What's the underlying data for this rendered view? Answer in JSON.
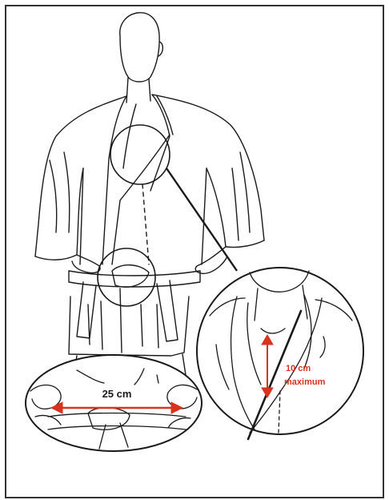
{
  "colors": {
    "ink": "#1a1a1a",
    "accent": "#d9321f",
    "background": "#ffffff",
    "frame": "#333333"
  },
  "annotations": {
    "belt_width": "25 cm",
    "collar_gap_value": "10 cm",
    "collar_gap_note": "maximum"
  }
}
